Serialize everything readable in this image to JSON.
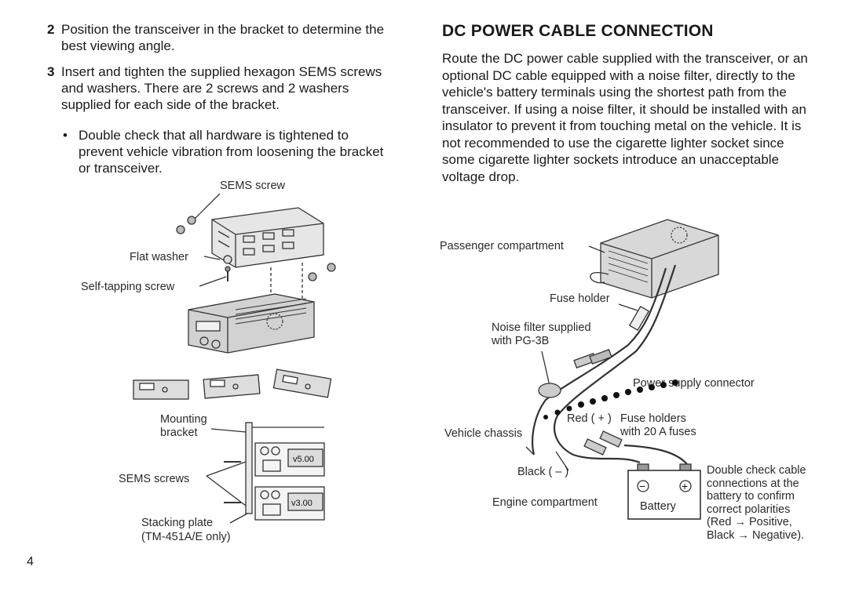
{
  "left": {
    "step2": {
      "num": "2",
      "text": "Position the transceiver in the bracket to determine the best viewing angle."
    },
    "step3": {
      "num": "3",
      "text": "Insert and tighten the supplied hexagon SEMS screws and washers. There are 2 screws and 2 washers supplied for each side of the bracket."
    },
    "bullet": {
      "mark": "•",
      "text": "Double check that all hardware is tightened to prevent vehicle vibration from loosening the bracket or transceiver."
    },
    "fig1": {
      "sems_screw": "SEMS screw",
      "flat_washer": "Flat washer",
      "self_tapping": "Self-tapping screw"
    },
    "fig2": {
      "mounting_bracket_1": "Mounting",
      "mounting_bracket_2": "bracket",
      "sems_screws": "SEMS screws",
      "stacking_plate": "Stacking plate",
      "model_note": "(TM-451A/E only)"
    }
  },
  "right": {
    "title": "DC POWER CABLE CONNECTION",
    "body": "Route the DC power cable supplied with the transceiver, or an optional DC cable equipped with a noise filter, directly to the vehicle's battery terminals using the shortest path from the transceiver. If using a noise filter, it should be installed with an insulator to prevent it from touching metal on the vehicle. It is not recommended to use the cigarette lighter socket since some cigarette lighter sockets introduce an unacceptable voltage drop.",
    "fig": {
      "passenger": "Passenger compartment",
      "fuse_holder": "Fuse holder",
      "noise_filter_1": "Noise filter supplied",
      "noise_filter_2": "with PG-3B",
      "psu_connector": "Power supply connector",
      "red": "Red ( + )",
      "fuse_holders_1": "Fuse holders",
      "fuse_holders_2": "with 20 A fuses",
      "vehicle_chassis": "Vehicle chassis",
      "black": "Black ( – )",
      "engine": "Engine compartment",
      "battery": "Battery",
      "minus": "−",
      "plus": "+",
      "note_1": "Double check cable",
      "note_2": "connections at the",
      "note_3": "battery to confirm",
      "note_4": "correct polarities",
      "note_5": "(Red → Positive,",
      "note_6": "Black → Negative)."
    }
  },
  "page_number": "4"
}
